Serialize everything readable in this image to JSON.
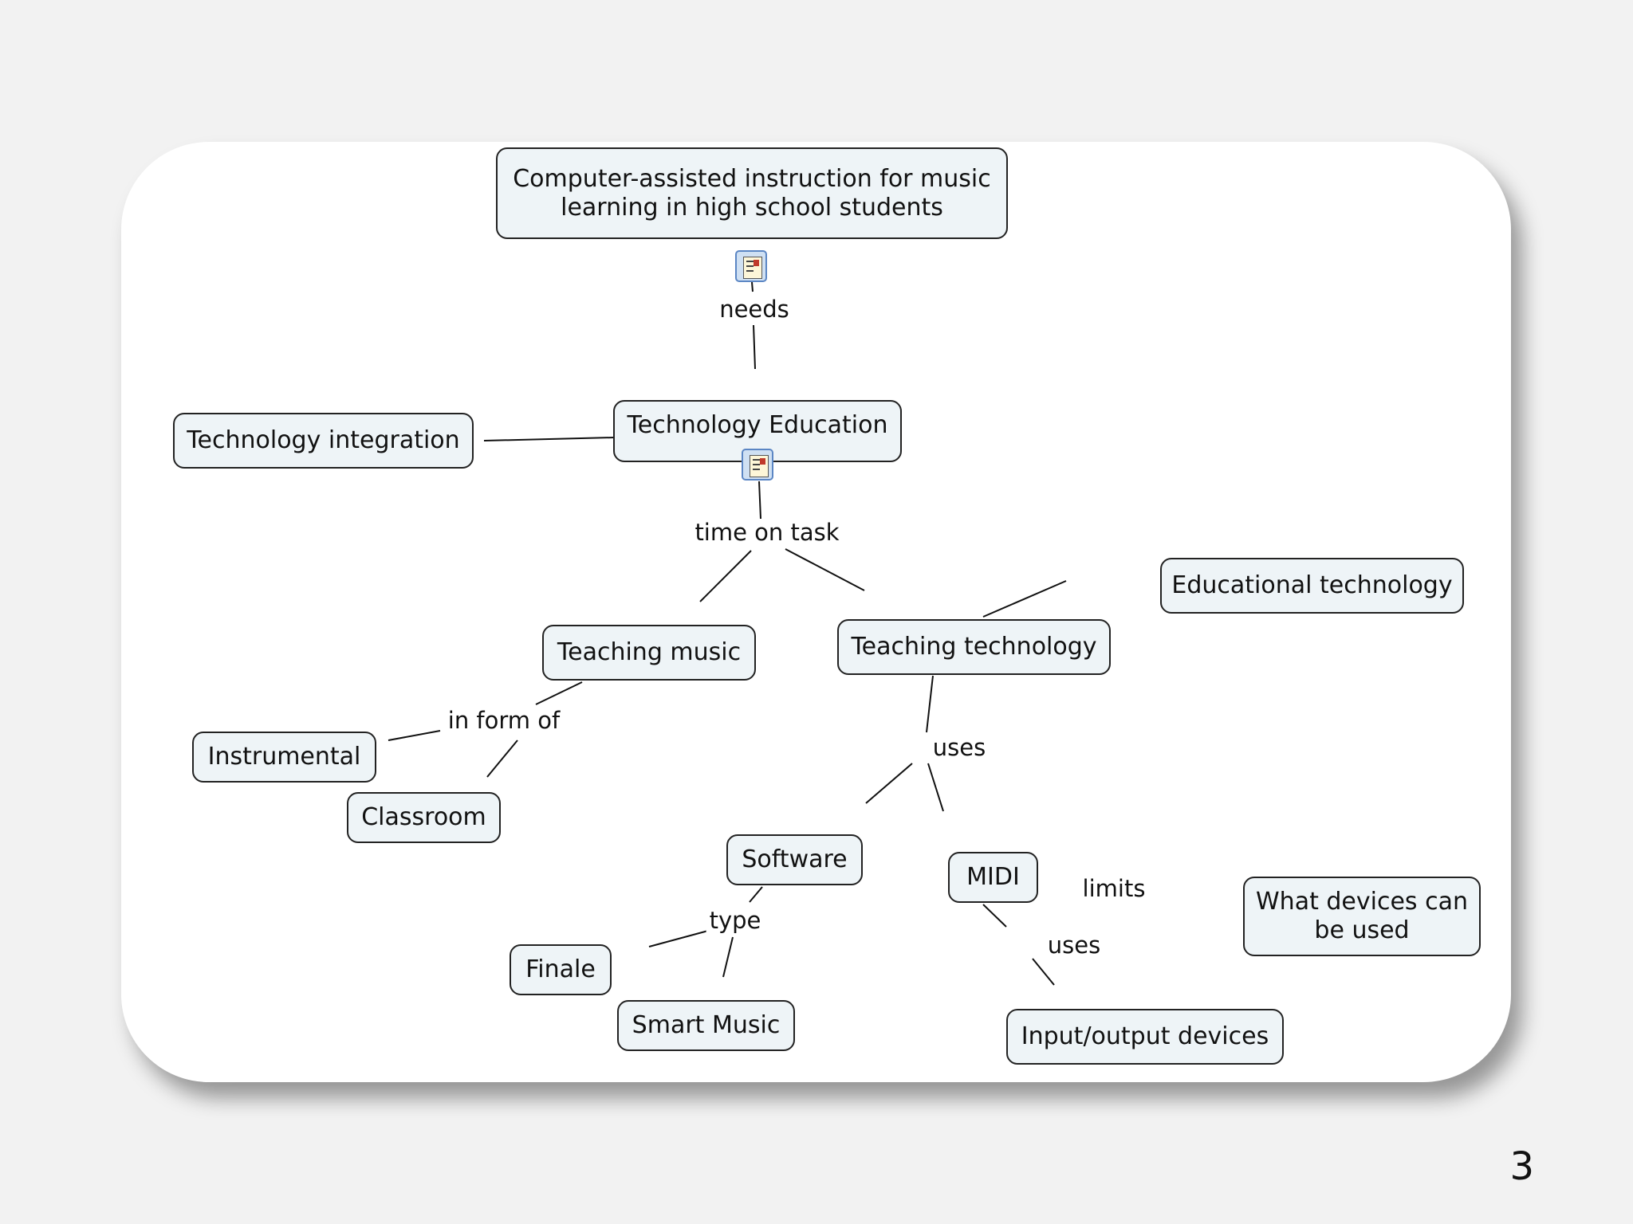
{
  "nodes": {
    "root": [
      "Computer-assisted instruction for music",
      "learning in high school students"
    ],
    "tech_education": "Technology Education",
    "tech_integration": "Technology integration",
    "teaching_music": "Teaching music",
    "teaching_technology": "Teaching technology",
    "educational_technology": "Educational technology",
    "instrumental": "Instrumental",
    "classroom": "Classroom",
    "software": "Software",
    "midi": "MIDI",
    "what_devices": [
      "What devices can",
      "be used"
    ],
    "finale": "Finale",
    "smart_music": "Smart Music",
    "io_devices": "Input/output devices"
  },
  "links": {
    "needs": "needs",
    "time_on_task": "time on task",
    "in_form_of": "in form of",
    "uses_tech": "uses",
    "type": "type",
    "limits": "limits",
    "uses_midi": "uses"
  },
  "icons": [
    "document-resource-icon",
    "document-resource-icon"
  ],
  "colors": {
    "node_fill": "#eef4f7",
    "node_border": "#222222",
    "card": "#ffffff",
    "background": "#f2f2f2"
  },
  "page_number": "3"
}
